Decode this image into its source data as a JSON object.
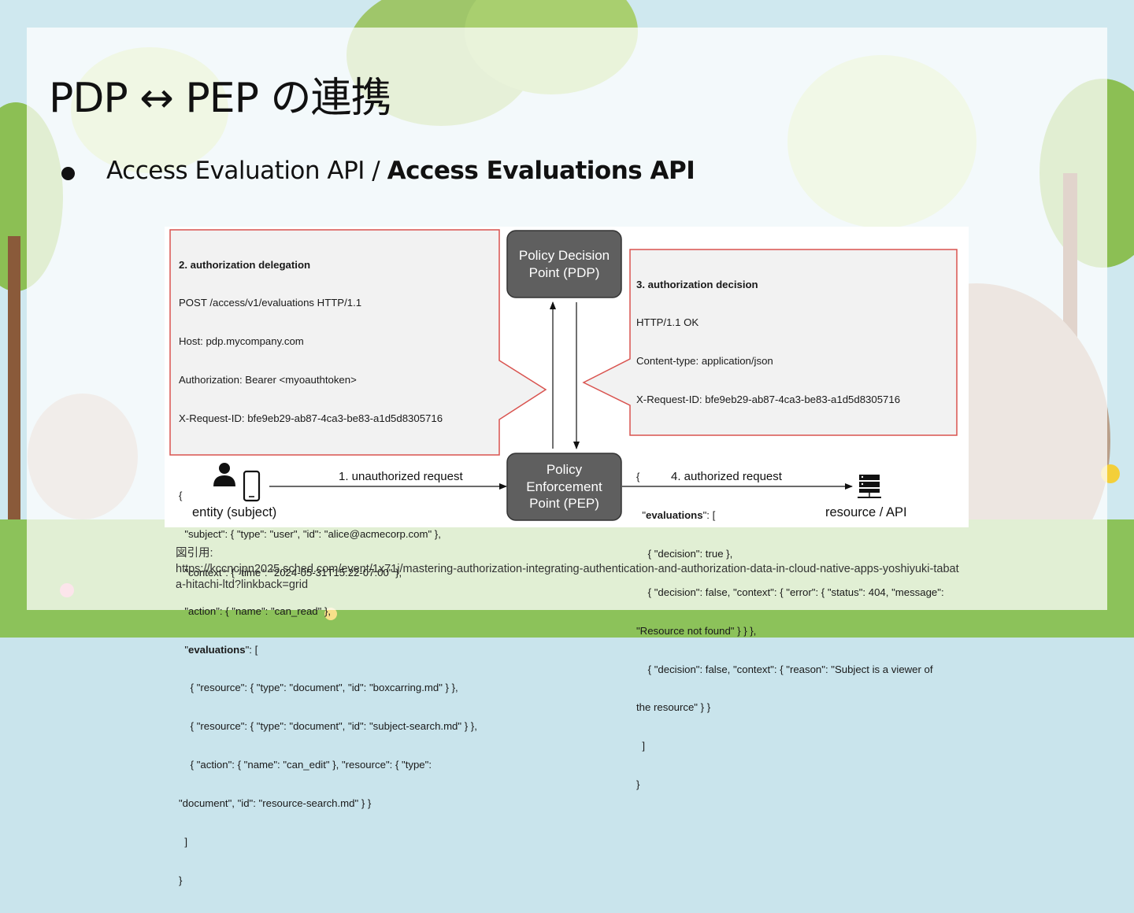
{
  "slide": {
    "title": "PDP ↔ PEP の連携",
    "bullet": {
      "normal": "Access Evaluation API / ",
      "bold": "Access Evaluations API"
    }
  },
  "diagram": {
    "nodes": {
      "pdp": [
        "Policy Decision",
        "Point (PDP)"
      ],
      "pep": [
        "Policy",
        "Enforcement",
        "Point (PEP)"
      ]
    },
    "edges": {
      "unauthorized_request": "1. unauthorized request",
      "authorized_request": "4. authorized request"
    },
    "actors": {
      "entity": "entity (subject)",
      "resource": "resource / API"
    },
    "delegation": {
      "heading": "2. authorization delegation",
      "lines": [
        "POST /access/v1/evaluations HTTP/1.1",
        "Host: pdp.mycompany.com",
        "Authorization: Bearer <myoauthtoken>",
        "X-Request-ID: bfe9eb29-ab87-4ca3-be83-a1d5d8305716",
        "",
        "{",
        "  \"subject\": { \"type\": \"user\", \"id\": \"alice@acmecorp.com\" },",
        "  \"context\": { \"time\": \"2024-05-31T15:22-07:00\" },",
        "  \"action\": { \"name\": \"can_read\" },",
        "  \"evaluations\": [",
        "    { \"resource\": { \"type\": \"document\", \"id\": \"boxcarring.md\" } },",
        "    { \"resource\": { \"type\": \"document\", \"id\": \"subject-search.md\" } },",
        "    { \"action\": { \"name\": \"can_edit\" }, \"resource\": { \"type\":",
        "\"document\", \"id\": \"resource-search.md\" } }",
        "  ]",
        "}"
      ]
    },
    "decision": {
      "heading": "3. authorization decision",
      "lines": [
        "HTTP/1.1 OK",
        "Content-type: application/json",
        "X-Request-ID: bfe9eb29-ab87-4ca3-be83-a1d5d8305716",
        "",
        "{",
        "  \"evaluations\": [",
        "    { \"decision\": true },",
        "    { \"decision\": false, \"context\": { \"error\": { \"status\": 404, \"message\":",
        "\"Resource not found\" } } },",
        "    { \"decision\": false, \"context\": { \"reason\": \"Subject is a viewer of",
        "the resource\" } }",
        "  ]",
        "}"
      ]
    }
  },
  "citation": {
    "label": "図引用:",
    "url": "https://kccncjpn2025.sched.com/event/1x71j/mastering-authorization-integrating-authentication-and-authorization-data-in-cloud-native-apps-yoshiyuki-tabata-hitachi-ltd?linkback=grid"
  },
  "colors": {
    "node_fill": "#5f5f5f",
    "callout_border": "#d9534f",
    "callout_fill": "#f2f2f2"
  }
}
